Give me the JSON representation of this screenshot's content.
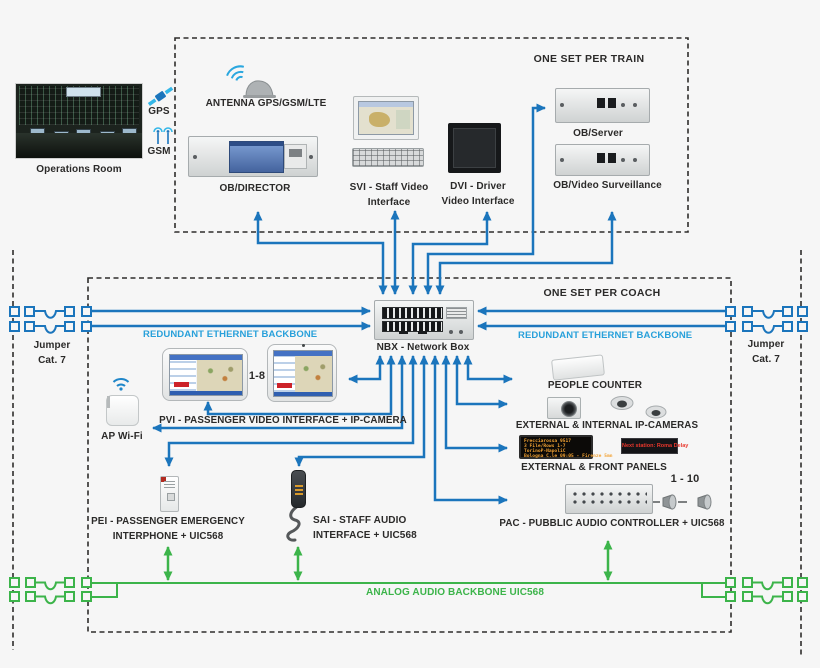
{
  "train": {
    "frame_label": "ONE SET PER TRAIN",
    "operations_room_label": "Operations Room",
    "gps_label": "GPS",
    "gsm_label": "GSM",
    "antenna_label": "ANTENNA GPS/GSM/LTE",
    "ob_director_label": "OB/DIRECTOR",
    "svi_label_line1": "SVI - Staff Video",
    "svi_label_line2": "Interface",
    "dvi_label_line1": "DVI - Driver",
    "dvi_label_line2": "Video Interface",
    "ob_server_label": "OB/Server",
    "ob_video_surveillance_label": "OB/Video Surveillance"
  },
  "coach": {
    "frame_label": "ONE SET PER COACH",
    "nbx_label": "NBX - Network Box",
    "ethernet_left_label": "REDUNDANT ETHERNET BACKBONE",
    "ethernet_right_label": "REDUNDANT ETHERNET BACKBONE",
    "jumper_left": {
      "line1": "Jumper",
      "line2": "Cat. 7"
    },
    "jumper_right": {
      "line1": "Jumper",
      "line2": "Cat. 7"
    },
    "pvi_count": "1-8",
    "pvi_label": "PVI - PASSENGER VIDEO INTERFACE + IP-CAMERA",
    "ap_wifi_label": "AP Wi-Fi",
    "people_counter_label": "PEOPLE COUNTER",
    "ip_cameras_label": "EXTERNAL & INTERNAL IP-CAMERAS",
    "front_panels_label": "EXTERNAL & FRONT PANELS",
    "panel_amber": {
      "line1": "Frecciarossa  9517",
      "line2": "3 File/Rows 1-7",
      "line3": "TorinoP-NapoliC",
      "line4": "Bologna C.le 09:05 - Firenze 5mn"
    },
    "panel_red_text": "Next station: Roma  Delay",
    "pei_label_line1": "PEI - PASSENGER EMERGENCY",
    "pei_label_line2": "INTERPHONE + UIC568",
    "sai_label_line1": "SAI - STAFF AUDIO",
    "sai_label_line2": "INTERFACE + UIC568",
    "pac_label": "PAC - PUBBLIC AUDIO CONTROLLER + UIC568",
    "speaker_count": "1 - 10"
  },
  "audio": {
    "backbone_label": "ANALOG AUDIO BACKBONE UIC568"
  },
  "colors": {
    "blue": "#1b75bc",
    "cyan": "#28a0da",
    "green": "#3cb44a",
    "text": "#2b2a29"
  }
}
